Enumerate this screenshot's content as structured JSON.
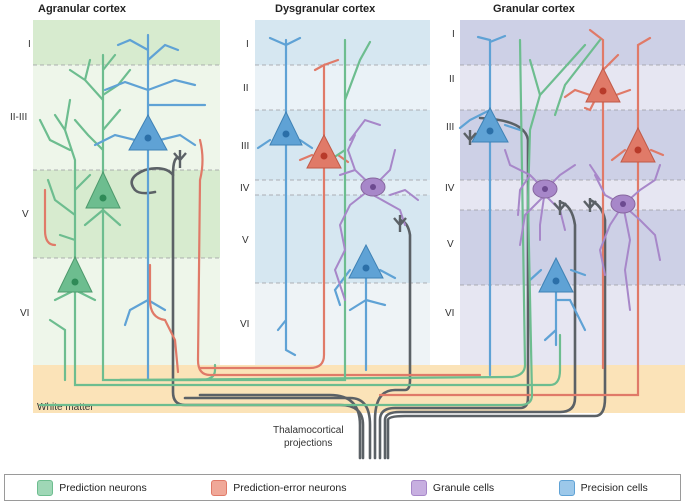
{
  "colors": {
    "prediction": "#6dbd8f",
    "prediction_error": "#e07a68",
    "granule": "#a787c9",
    "precision": "#5fa2d5",
    "axon": "#5b6166",
    "white_matter": "#fbe3b8",
    "agranular_light": "#eef6ea",
    "agranular_dark": "#d7ebcf",
    "dysgranular_light": "#eef3f6",
    "dysgranular_dark": "#d6e7f1",
    "granular_light": "#e6e6f2",
    "granular_dark": "#cdd0e6"
  },
  "titles": {
    "agranular": "Agranular cortex",
    "dysgranular": "Dysgranular cortex",
    "granular": "Granular cortex"
  },
  "layers": {
    "agranular": [
      "I",
      "II-III",
      "V",
      "VI"
    ],
    "dysgranular": [
      "I",
      "II",
      "III",
      "IV",
      "V",
      "VI"
    ],
    "granular": [
      "I",
      "II",
      "III",
      "IV",
      "V",
      "VI"
    ]
  },
  "white_matter_label": "White matter",
  "thalamo_label": [
    "Thalamocortical",
    "projections"
  ],
  "legend": [
    {
      "label": "Prediction neurons",
      "color_key": "prediction"
    },
    {
      "label": "Prediction-error neurons",
      "color_key": "prediction_error"
    },
    {
      "label": "Granule cells",
      "color_key": "granule"
    },
    {
      "label": "Precision cells",
      "color_key": "precision"
    }
  ]
}
